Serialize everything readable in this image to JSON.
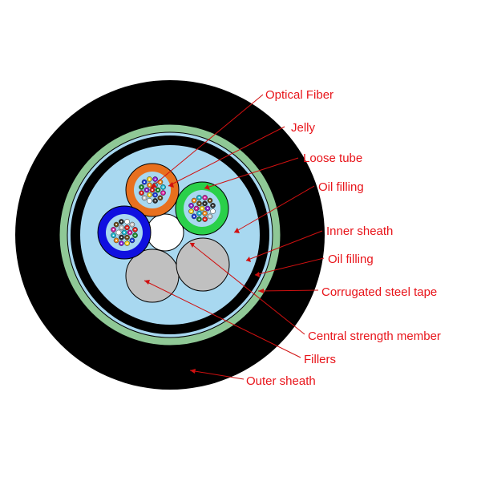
{
  "labels": {
    "optical_fiber": "Optical Fiber",
    "jelly": "Jelly",
    "loose_tube": "Loose tube",
    "oil_filling_1": "Oil filling",
    "inner_sheath": "Inner sheath",
    "oil_filling_2": "Oil filling",
    "corrugated_steel_tape": "Corrugated steel tape",
    "central_strength_member": "Central strength member",
    "fillers": "Fillers",
    "outer_sheath": "Outer sheath"
  },
  "colors": {
    "label_text": "#e8141a",
    "leader_line": "#d01010",
    "outer_sheath": "#000000",
    "steel_tape": "#8fc896",
    "oil_filling": "#a8d8f0",
    "core_fill": "#a8d8f0",
    "inner_sheath": "#000000",
    "tube_orange": "#e8701e",
    "tube_green": "#2ad04a",
    "tube_blue": "#1010e0",
    "filler": "#c0c0c0",
    "central_member": "#ffffff"
  }
}
